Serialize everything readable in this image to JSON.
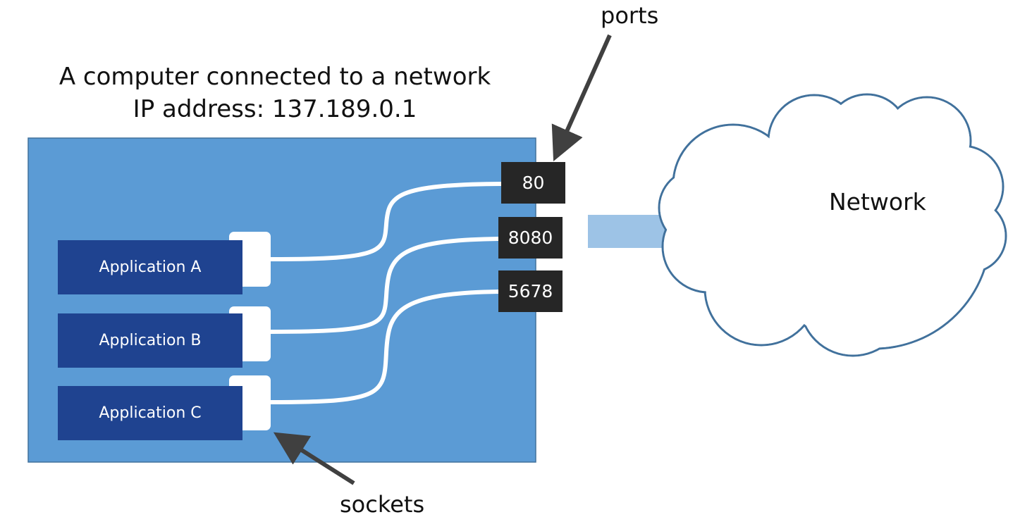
{
  "title": {
    "line1": "A computer connected to a network",
    "line2": "IP address: 137.189.0.1"
  },
  "labels": {
    "ports": "ports",
    "sockets": "sockets",
    "network": "Network"
  },
  "applications": [
    {
      "label": "Application A"
    },
    {
      "label": "Application B"
    },
    {
      "label": "Application C"
    }
  ],
  "ports": [
    {
      "label": "80"
    },
    {
      "label": "8080"
    },
    {
      "label": "5678"
    }
  ],
  "colors": {
    "computer": "#5b9bd5",
    "application": "#1f4390",
    "port": "#262626",
    "socket": "#ffffff",
    "arrow": "#9dc3e6",
    "cloud_stroke": "#41719c",
    "pointer": "#404040"
  }
}
